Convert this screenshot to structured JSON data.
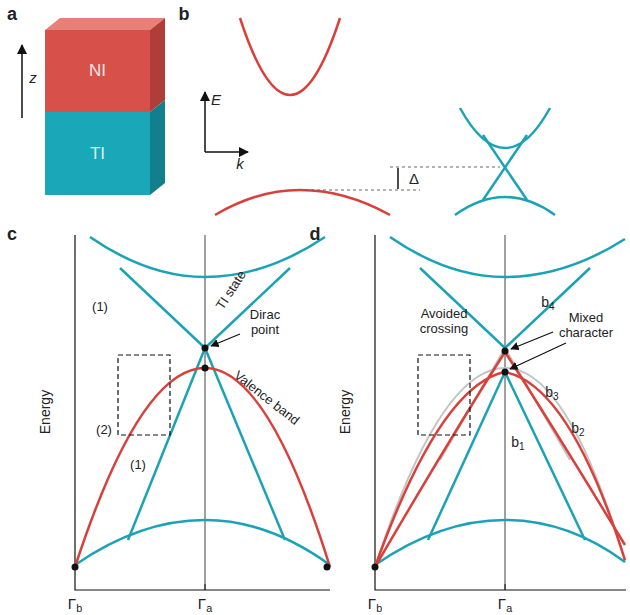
{
  "diagram": {
    "nodes": [
      {
        "text": [
          "NI"
        ]
      },
      {
        "text": [
          "TI"
        ]
      }
    ],
    "labels": [
      "a",
      "z",
      "b",
      "E",
      "k",
      "Δ",
      "c",
      "Energy",
      "(1)",
      "TI state",
      "Dirac point",
      "(2)",
      "Valence band",
      "(1)",
      "Γb",
      "Γa",
      "d",
      "Energy",
      "Avoided crossing",
      "Mixed character",
      "b4",
      "b3",
      "b2",
      "b1",
      "Γb",
      "Γa"
    ]
  }
}
